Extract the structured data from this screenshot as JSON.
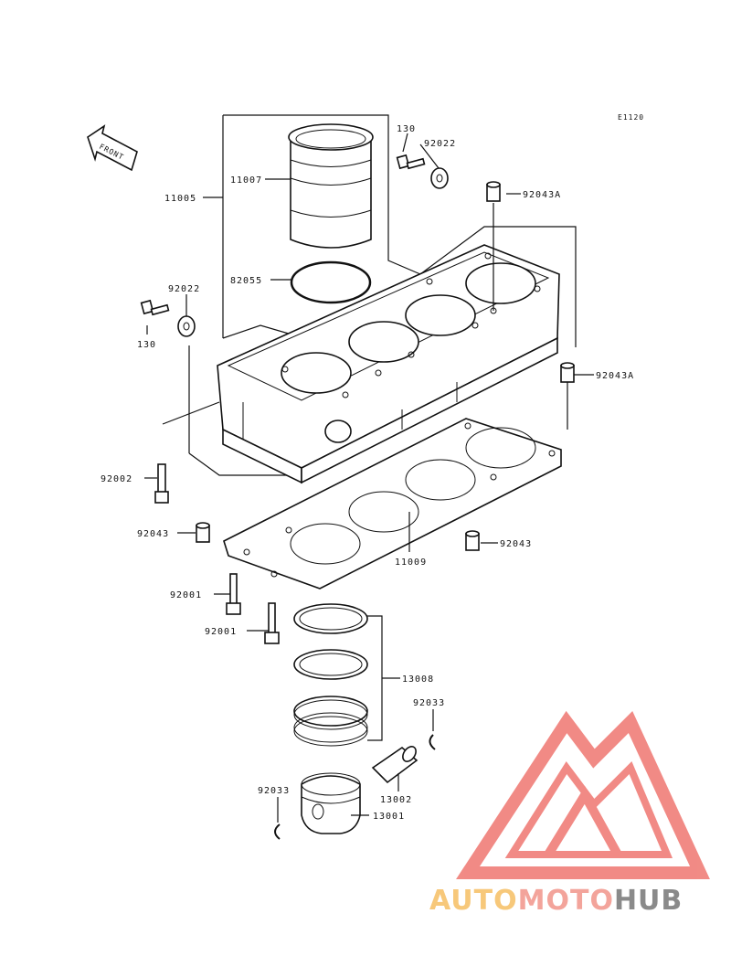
{
  "diagram_code": "E1120",
  "front_label": "FRONT",
  "labels": {
    "p130_top": "130",
    "p92022_top": "92022",
    "p92043A_top": "92043A",
    "p11007": "11007",
    "p11005": "11005",
    "p82055": "82055",
    "p92022_left": "92022",
    "p130_left": "130",
    "p92043A_right": "92043A",
    "p92002": "92002",
    "p92043_left": "92043",
    "p92043_right": "92043",
    "p11009": "11009",
    "p92001_a": "92001",
    "p92001_b": "92001",
    "p13008": "13008",
    "p92033_right": "92033",
    "p13002": "13002",
    "p92033_left": "92033",
    "p13001": "13001"
  },
  "watermark": {
    "part1": "AUTO",
    "part2": "MOTO",
    "part3": "HUB",
    "color_auto": "#f7c87a",
    "color_moto": "#f3a49b",
    "color_hub": "#8a8a8a",
    "color_logo": "#f07e78"
  }
}
